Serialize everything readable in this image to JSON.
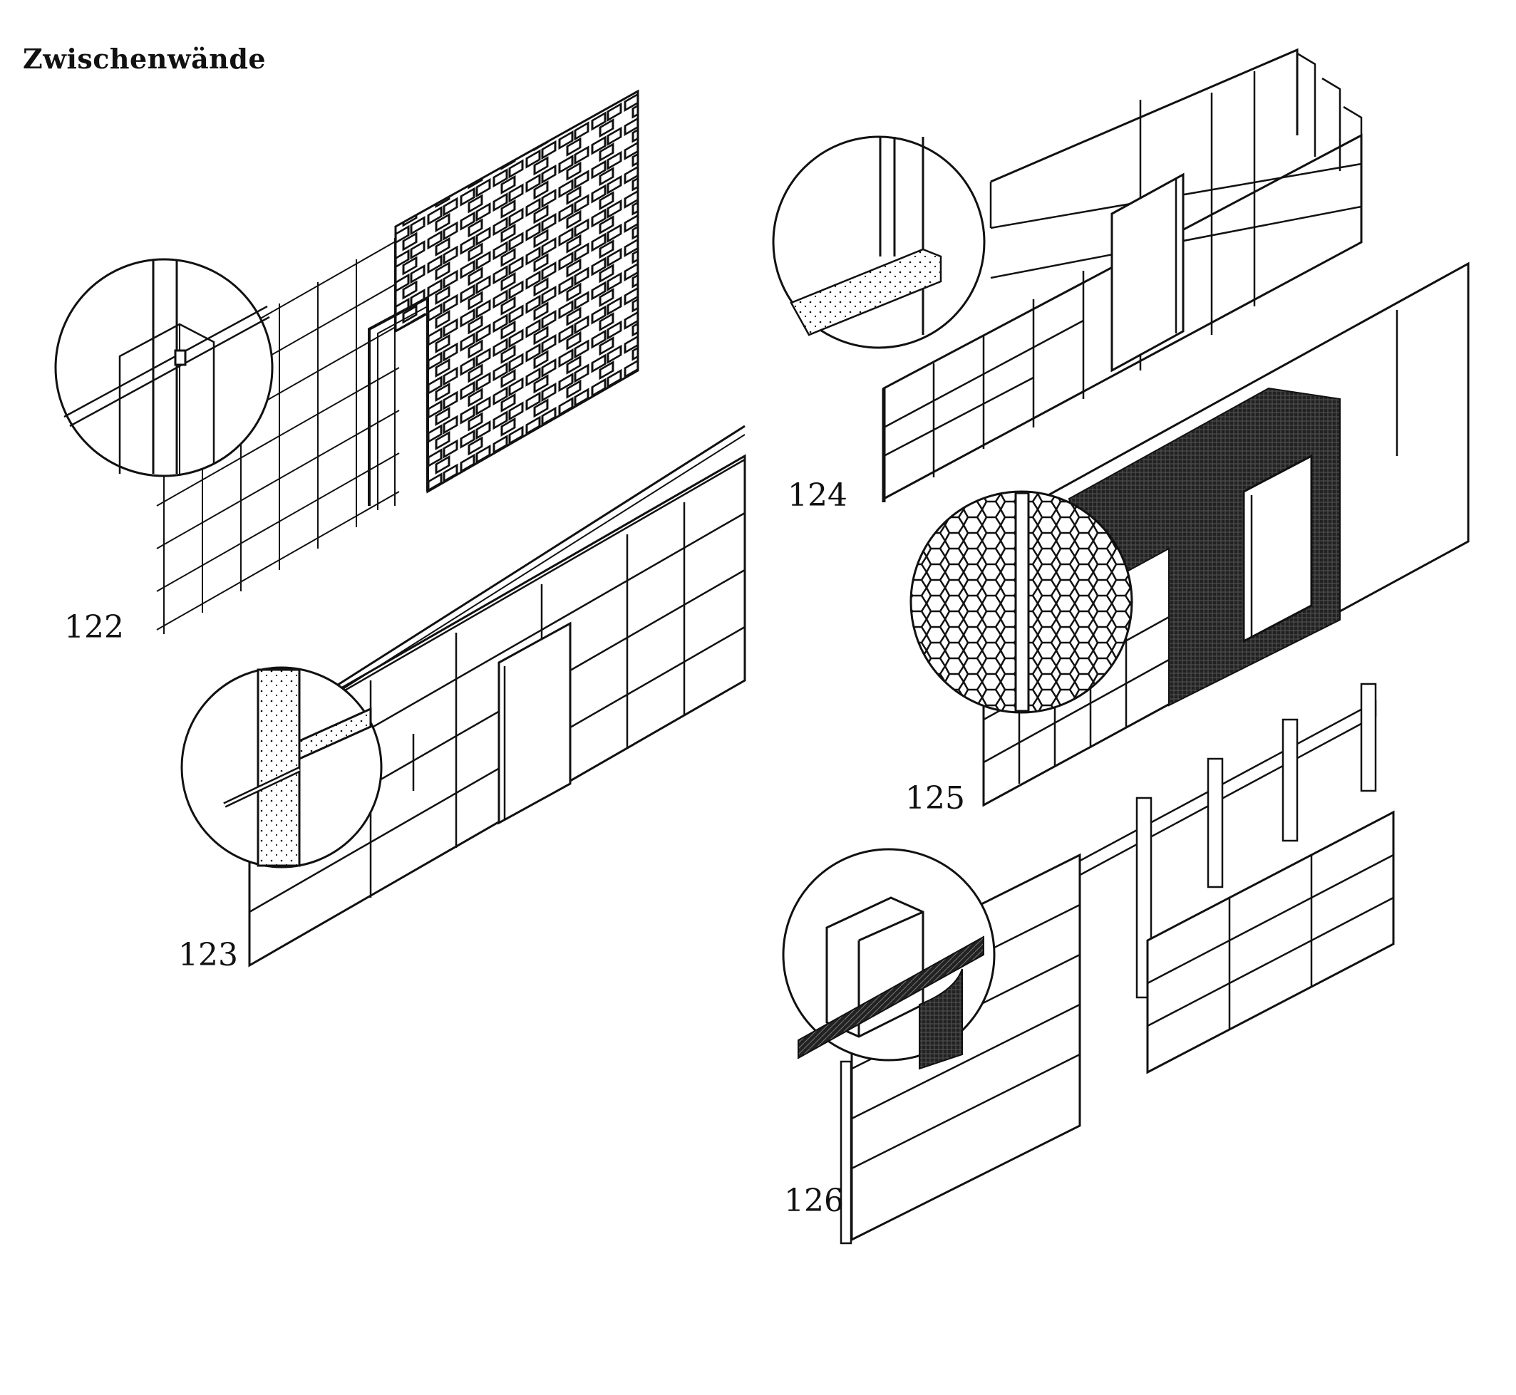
{
  "page": {
    "title": "Zwischenwände"
  },
  "figures": [
    {
      "id": "fig-122",
      "number": "122"
    },
    {
      "id": "fig-123",
      "number": "123"
    },
    {
      "id": "fig-124",
      "number": "124"
    },
    {
      "id": "fig-125",
      "number": "125"
    },
    {
      "id": "fig-126",
      "number": "126"
    }
  ],
  "colors": {
    "ink": "#111111",
    "paper": "#ffffff",
    "mesh": "#1a1a1a"
  }
}
